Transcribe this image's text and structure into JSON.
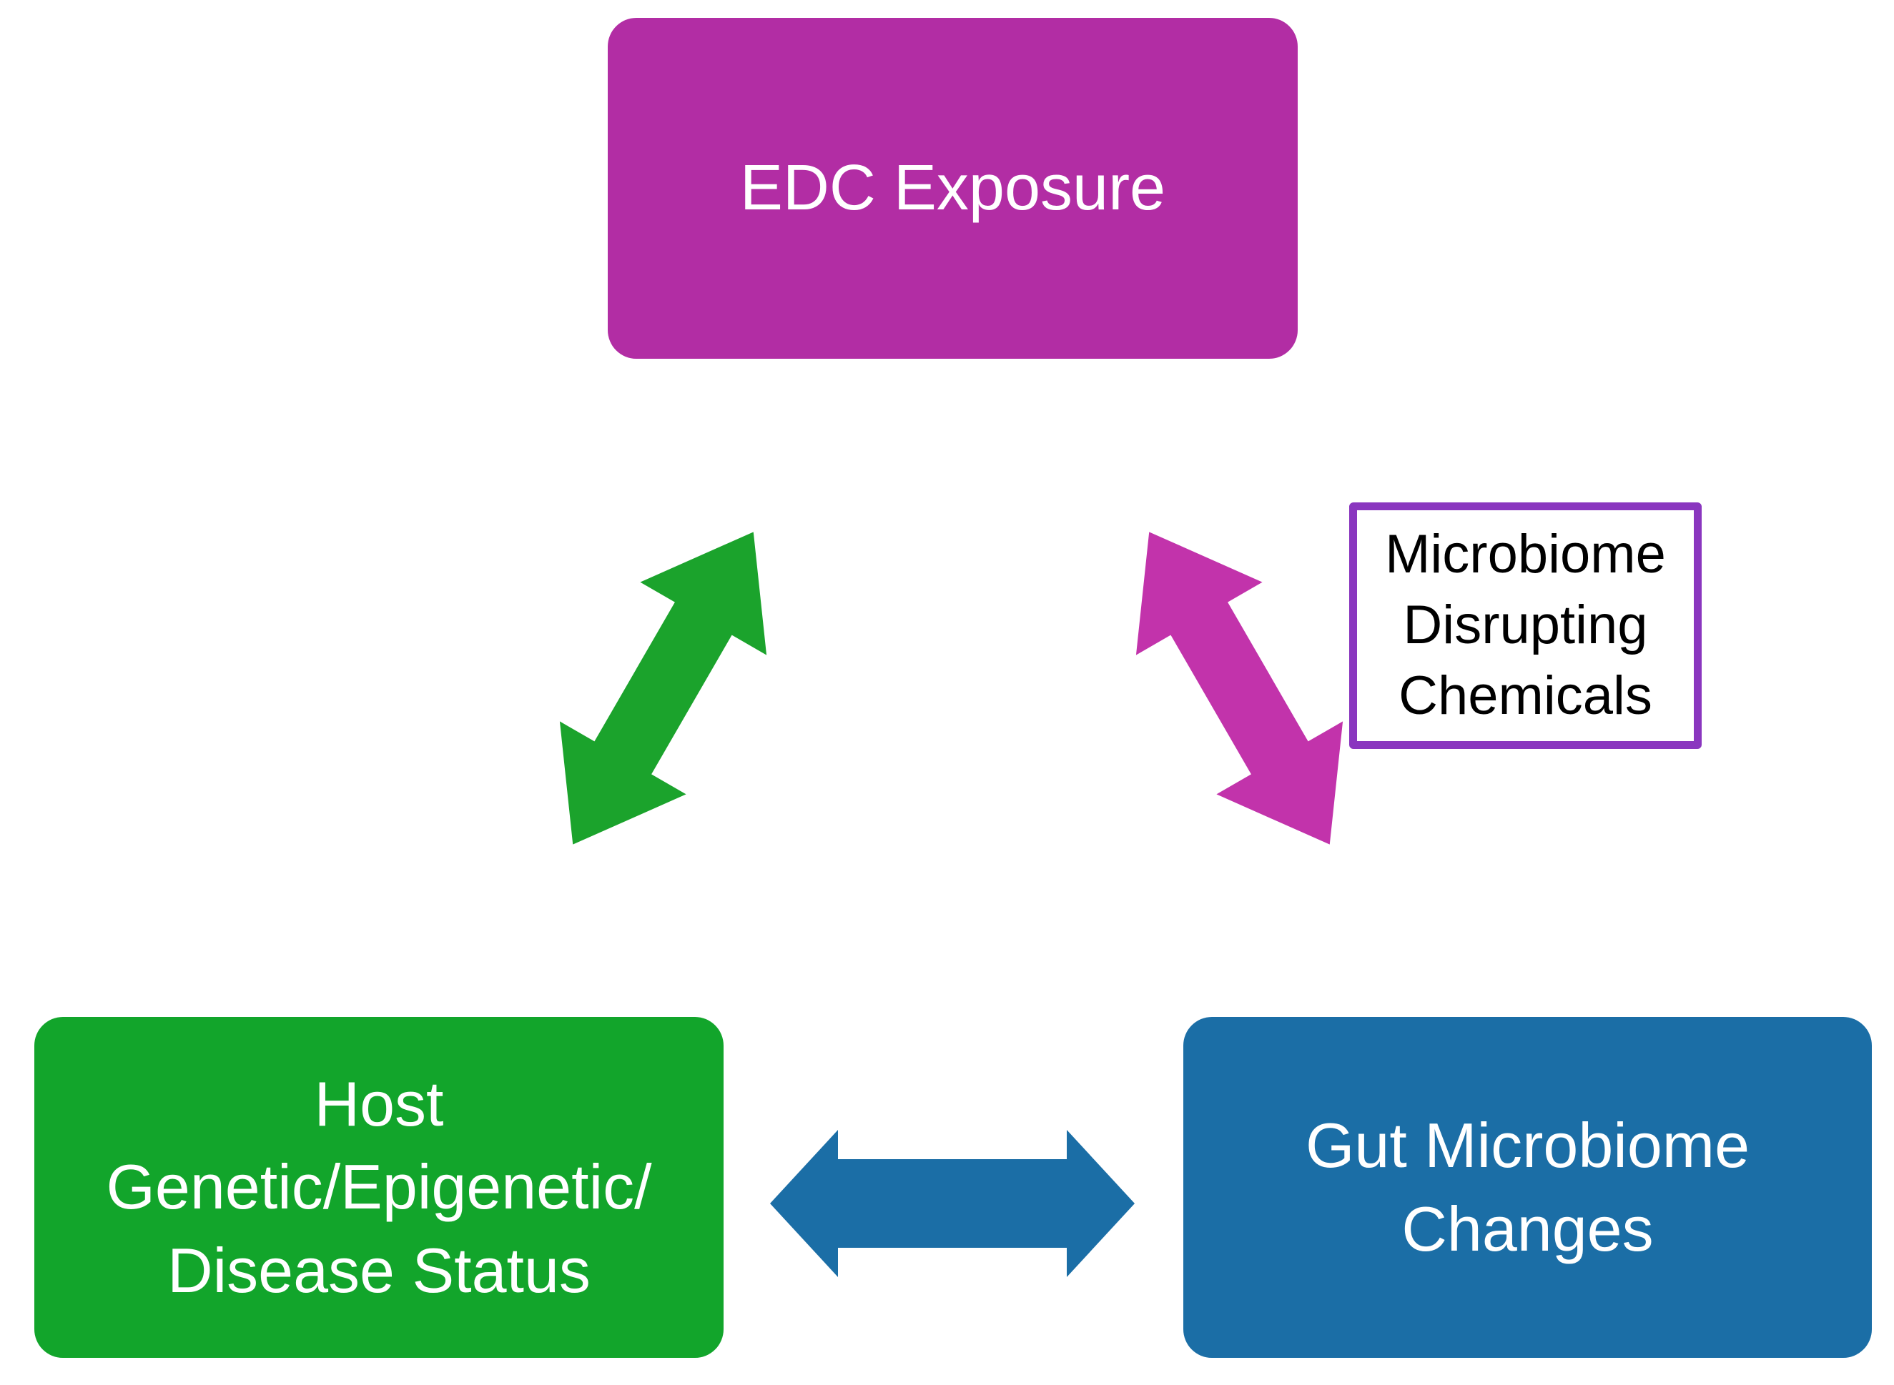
{
  "diagram": {
    "background_color": "#ffffff",
    "nodes": {
      "edc_exposure": {
        "label": "EDC Exposure",
        "fill": "#b22da4",
        "text_color": "#ffffff"
      },
      "host_status": {
        "lines": [
          "Host",
          "Genetic/Epigenetic/",
          "Disease Status"
        ],
        "fill": "#12a52b",
        "text_color": "#ffffff"
      },
      "gut_microbiome": {
        "lines": [
          "Gut Microbiome",
          "Changes"
        ],
        "fill": "#1b6ea6",
        "text_color": "#ffffff"
      },
      "microbiome_disrupting_chemicals": {
        "lines": [
          "Microbiome",
          "Disrupting",
          "Chemicals"
        ],
        "fill": "#ffffff",
        "border_color": "#8a36bf",
        "text_color": "#000000"
      }
    },
    "arrows": {
      "host_edc": {
        "color": "#1ba32c",
        "type": "double-headed",
        "connects": [
          "host_status",
          "edc_exposure"
        ]
      },
      "edc_gut": {
        "color": "#c233ab",
        "type": "double-headed",
        "connects": [
          "edc_exposure",
          "gut_microbiome"
        ]
      },
      "host_gut": {
        "color": "#1b6ea6",
        "type": "double-headed",
        "connects": [
          "host_status",
          "gut_microbiome"
        ]
      }
    }
  }
}
